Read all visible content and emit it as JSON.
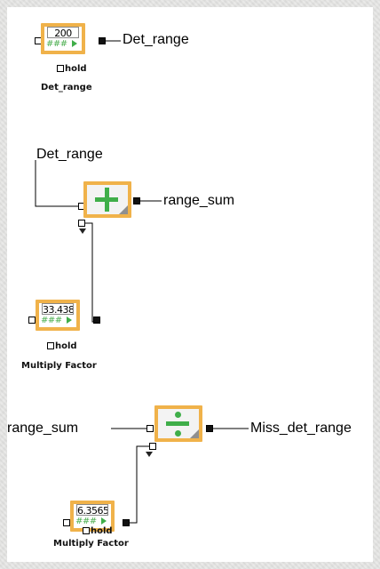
{
  "controls": [
    {
      "value": "200",
      "hashes": "###",
      "hold_label": "hold",
      "caption": "Det_range"
    },
    {
      "value": "33.438",
      "hashes": "###",
      "hold_label": "hold",
      "caption": "Multiply Factor"
    },
    {
      "value": "6.3565",
      "hashes": "###",
      "hold_label": "hold",
      "caption": "Multiply Factor"
    }
  ],
  "wire_labels": {
    "det_range_out": "Det_range",
    "det_range_in": "Det_range",
    "range_sum_out": "range_sum",
    "range_sum_in": "range_sum",
    "miss_det_range_out": "Miss_det_range"
  },
  "operators": [
    {
      "type": "add",
      "icon": "plus-icon"
    },
    {
      "type": "divide",
      "icon": "divide-icon"
    }
  ],
  "colors": {
    "block_border": "#f0b24a",
    "operator_icon": "#3fae49",
    "wire": "#000000",
    "background": "#e6e6e4"
  }
}
